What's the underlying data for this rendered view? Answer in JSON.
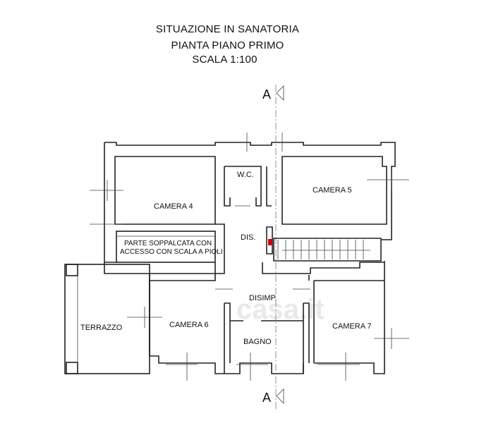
{
  "header": {
    "line1": "SITUAZIONE IN SANATORIA",
    "line2": "PIANTA PIANO PRIMO",
    "line3": "SCALA 1:100"
  },
  "section": {
    "top_label": "A",
    "bottom_label": "A"
  },
  "rooms": {
    "wc": "W.C.",
    "camera5": "CAMERA 5",
    "camera4": "CAMERA 4",
    "dis": "DIS.",
    "soppalco_line1": "PARTE SOPPALCATA CON",
    "soppalco_line2": "ACCESSO CON SCALA A PIOLI",
    "disimp": "DISIMP.",
    "terrazzo": "TERRAZZO",
    "camera6": "CAMERA 6",
    "camera7": "CAMERA 7",
    "bagno": "BAGNO"
  },
  "marker_color": "#d00000",
  "watermark": "casa.it"
}
